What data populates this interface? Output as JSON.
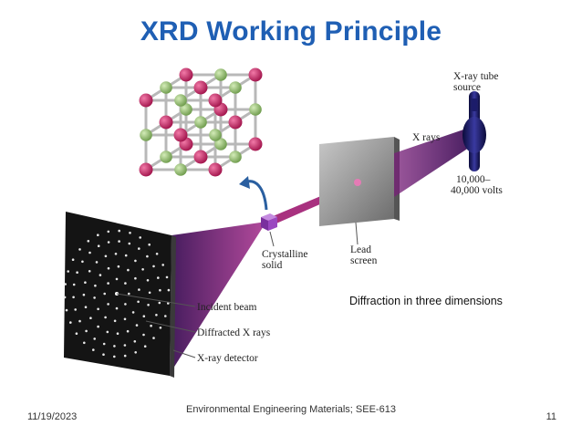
{
  "slide": {
    "title": "XRD Working Principle",
    "footer_date": "11/19/2023",
    "footer_course": "Environmental Engineering Materials; SEE-613",
    "page_number": "11"
  },
  "figure": {
    "labels": {
      "xray_tube_line1": "X-ray tube",
      "xray_tube_line2": "source",
      "xrays": "X rays",
      "voltage_line1": "10,000–",
      "voltage_line2": "40,000 volts",
      "lead_line1": "Lead",
      "lead_line2": "screen",
      "crystal_line1": "Crystalline",
      "crystal_line2": "solid",
      "incident_beam": "Incident beam",
      "diffracted_xrays": "Diffracted X rays",
      "xray_detector": "X-ray detector"
    },
    "caption": "Diffraction in three dimensions",
    "colors": {
      "beam": "#b0307f",
      "beam_dark": "#4a1660",
      "atom_red": "#c2185b",
      "atom_green": "#8fbf6a",
      "detector": "#141414",
      "screen": "#8a8a8a"
    }
  }
}
